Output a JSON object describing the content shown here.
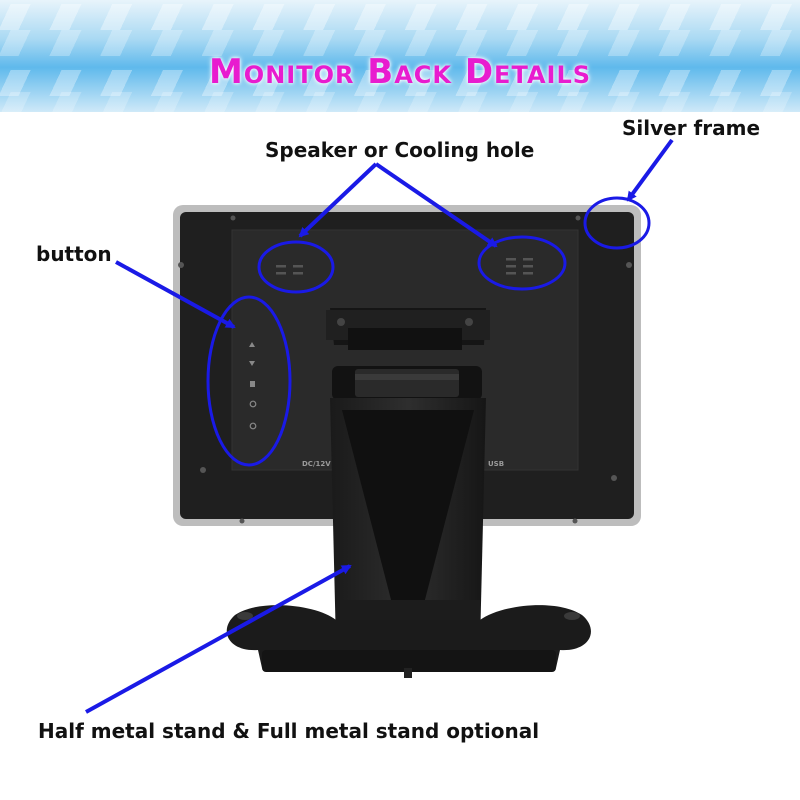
{
  "banner": {
    "title": "Monitor Back Details"
  },
  "callouts": {
    "speaker": "Speaker or Cooling hole",
    "frame": "Silver frame",
    "button": "button",
    "stand": "Half metal stand & Full metal stand optional"
  },
  "ports": {
    "power": "DC/12V",
    "usb": "USB"
  },
  "colors": {
    "title": "#e81ccf",
    "annotation": "#1a1ae6",
    "housing": "#1f1f1f",
    "frame": "#b9b9b9"
  }
}
